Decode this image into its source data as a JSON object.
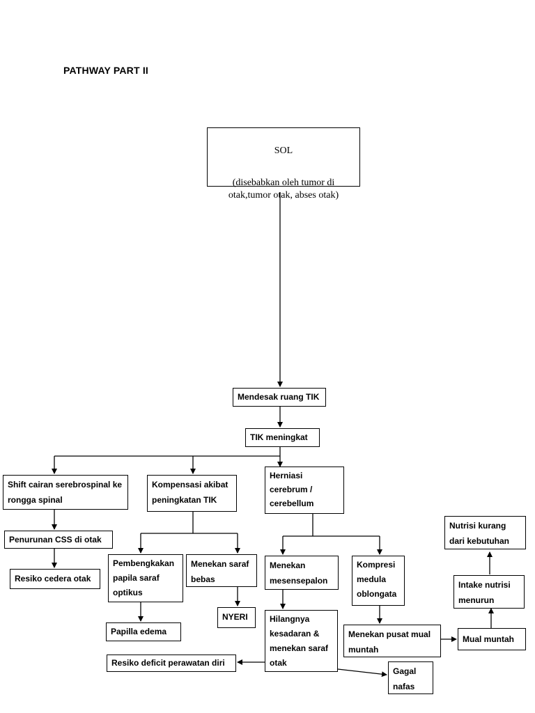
{
  "title": "PATHWAY PART II",
  "nodes": {
    "sol_title": "SOL",
    "sol_desc": "(disebabkan oleh tumor di otak,tumor otak, abses otak)",
    "mendesak": "Mendesak ruang TIK",
    "tik_meningkat": "TIK meningkat",
    "shift": "Shift cairan serebrospinal ke rongga spinal",
    "kompensasi": "Kompensasi akibat peningkatan TIK",
    "herniasi": "Herniasi\ncerebrum /\ncerebellum",
    "penurunan_css": "Penurunan  CSS di otak",
    "resiko_cedera": "Resiko cedera otak",
    "pembengkakan": "Pembengkakan papila saraf optikus",
    "menekan_saraf_bebas": "Menekan saraf bebas",
    "nyeri": "NYERI",
    "papilla_edema": "Papilla edema",
    "menekan_mesensepalon": "Menekan mesensepalon",
    "kompresi_medula": "Kompresi medula oblongata",
    "hilangnya_kesadaran": "Hilangnya kesadaran & menekan saraf otak",
    "menekan_pusat_mual": "Menekan pusat mual muntah",
    "mual_muntah": "Mual muntah",
    "intake_nutrisi": "Intake nutrisi menurun",
    "nutrisi_kurang": "Nutrisi kurang dari kebutuhan",
    "resiko_deficit": "Resiko deficit perawatan diri",
    "gagal_nafas": "Gagal nafas"
  }
}
